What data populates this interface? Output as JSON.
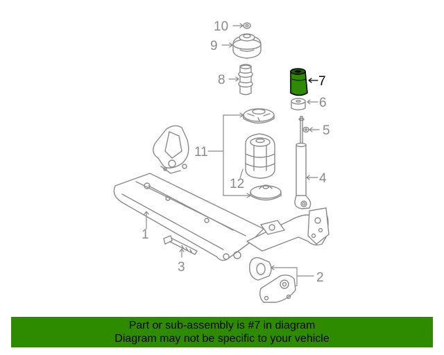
{
  "diagram": {
    "callouts": [
      {
        "id": "1",
        "label": "1"
      },
      {
        "id": "2",
        "label": "2"
      },
      {
        "id": "3",
        "label": "3"
      },
      {
        "id": "4",
        "label": "4"
      },
      {
        "id": "5",
        "label": "5"
      },
      {
        "id": "6",
        "label": "6"
      },
      {
        "id": "7",
        "label": "7"
      },
      {
        "id": "8",
        "label": "8"
      },
      {
        "id": "9",
        "label": "9"
      },
      {
        "id": "10",
        "label": "10"
      },
      {
        "id": "11",
        "label": "11"
      },
      {
        "id": "12",
        "label": "12"
      }
    ],
    "highlighted_part": "7"
  },
  "banner": {
    "line1": "Part or sub-assembly is #7 in diagram",
    "line2": "Diagram may not be specific to your vehicle",
    "background": "#2e8b00"
  },
  "colors": {
    "line_art": "#8a8a8a",
    "highlight_part": "#2e8b00",
    "highlight_text": "#000000"
  }
}
